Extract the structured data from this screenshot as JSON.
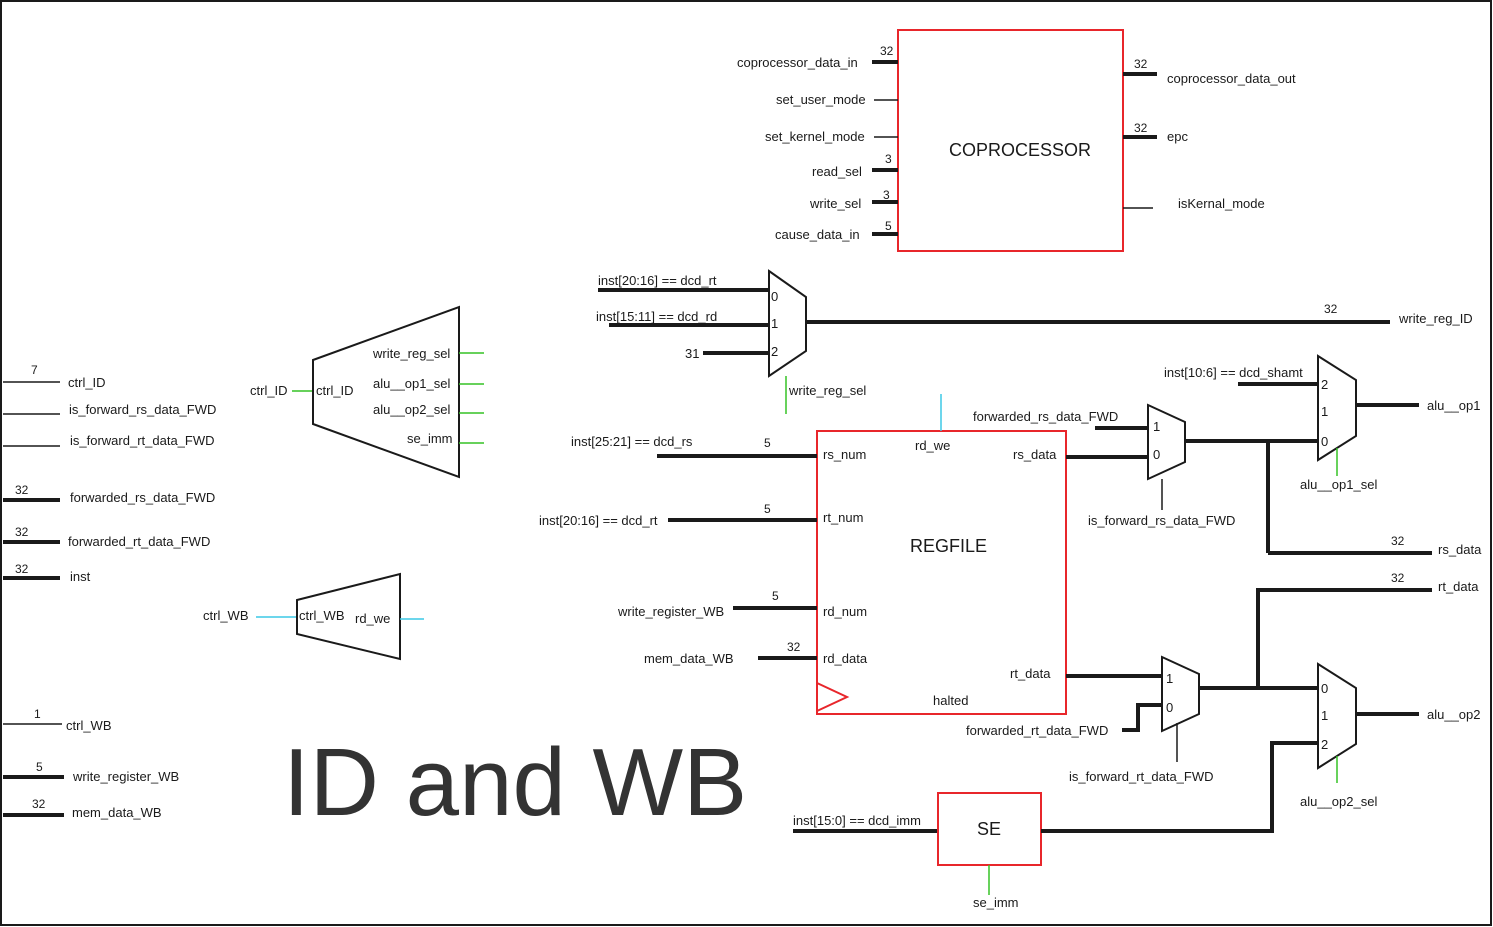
{
  "colors": {
    "block_border": "#e8262b",
    "ctrl_green": "#35c225",
    "ctrl_cyan": "#3cc9e6",
    "wire": "#1a1a1a"
  },
  "title": "ID and WB",
  "inputs": {
    "ctrl_id": {
      "label": "ctrl_ID",
      "width": "7"
    },
    "is_forward_rs": {
      "label": "is_forward_rs_data_FWD"
    },
    "is_forward_rt": {
      "label": "is_forward_rt_data_FWD"
    },
    "forwarded_rs": {
      "label": "forwarded_rs_data_FWD",
      "width": "32"
    },
    "forwarded_rt": {
      "label": "forwarded_rt_data_FWD",
      "width": "32"
    },
    "inst": {
      "label": "inst",
      "width": "32"
    },
    "ctrl_wb": {
      "label": "ctrl_WB",
      "width": "1"
    },
    "write_register_wb": {
      "label": "write_register_WB",
      "width": "5"
    },
    "mem_data_wb": {
      "label": "mem_data_WB",
      "width": "32"
    }
  },
  "decoder_id": {
    "ext_in": "ctrl_ID",
    "in": "ctrl_ID",
    "outputs": [
      "write_reg_sel",
      "alu__op1_sel",
      "alu__op2_sel",
      "se_imm"
    ]
  },
  "decoder_wb": {
    "ext_in": "ctrl_WB",
    "in": "ctrl_WB",
    "out": "rd_we"
  },
  "coprocessor": {
    "name": "COPROCESSOR",
    "inputs": [
      {
        "label": "coprocessor_data_in",
        "width": "32"
      },
      {
        "label": "set_user_mode",
        "width": ""
      },
      {
        "label": "set_kernel_mode",
        "width": ""
      },
      {
        "label": "read_sel",
        "width": "3"
      },
      {
        "label": "write_sel",
        "width": "3"
      },
      {
        "label": "cause_data_in",
        "width": "5"
      }
    ],
    "outputs": [
      {
        "label": "coprocessor_data_out",
        "width": "32"
      },
      {
        "label": "epc",
        "width": "32"
      },
      {
        "label": "isKernal_mode",
        "width": ""
      }
    ]
  },
  "write_reg_mux": {
    "inputs": [
      {
        "label": "inst[20:16] == dcd_rt",
        "port": "0"
      },
      {
        "label": "inst[15:11] == dcd_rd",
        "port": "1"
      },
      {
        "label": "31",
        "port": "2"
      }
    ],
    "sel": "write_reg_sel",
    "out_label": "write_reg_ID",
    "out_width": "32"
  },
  "regfile": {
    "name": "REGFILE",
    "rd_we": "rd_we",
    "inputs": [
      {
        "ext": "inst[25:21] == dcd_rs",
        "width": "5",
        "port": "rs_num"
      },
      {
        "ext": "inst[20:16] == dcd_rt",
        "width": "5",
        "port": "rt_num"
      },
      {
        "ext": "write_register_WB",
        "width": "5",
        "port": "rd_num"
      },
      {
        "ext": "mem_data_WB",
        "width": "32",
        "port": "rd_data"
      }
    ],
    "out_rs": "rs_data",
    "out_rt": "rt_data",
    "halted": "halted"
  },
  "rs_fwd_mux": {
    "in1": "forwarded_rs_data_FWD",
    "sel": "is_forward_rs_data_FWD",
    "ports": [
      "1",
      "0"
    ]
  },
  "rt_fwd_mux": {
    "in0": "forwarded_rt_data_FWD",
    "sel": "is_forward_rt_data_FWD",
    "ports": [
      "1",
      "0"
    ]
  },
  "alu_op1_mux": {
    "in2": "inst[10:6] == dcd_shamt",
    "ports": [
      "2",
      "1",
      "0"
    ],
    "sel": "alu__op1_sel",
    "out": "alu__op1"
  },
  "alu_op2_mux": {
    "ports": [
      "0",
      "1",
      "2"
    ],
    "sel": "alu__op2_sel",
    "out": "alu__op2"
  },
  "rs_data_out": {
    "label": "rs_data",
    "width": "32"
  },
  "rt_data_out": {
    "label": "rt_data",
    "width": "32"
  },
  "se": {
    "name": "SE",
    "in": "inst[15:0] == dcd_imm",
    "ctrl": "se_imm"
  }
}
